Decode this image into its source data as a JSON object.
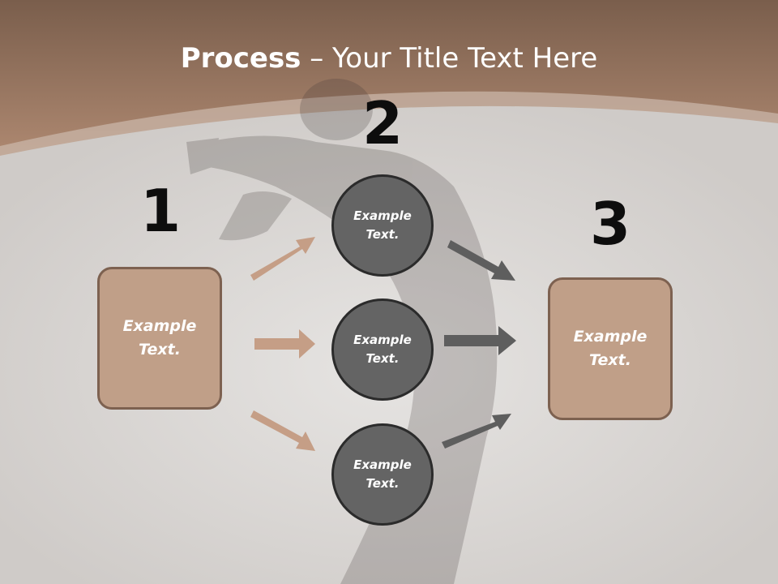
{
  "title": {
    "bold": "Process",
    "rest": " – Your Title Text Here"
  },
  "steps": {
    "n1": "1",
    "n2": "2",
    "n3": "3"
  },
  "box_left": {
    "text": "Example Text."
  },
  "box_right": {
    "text": "Example Text."
  },
  "circles": [
    {
      "text": "Example Text."
    },
    {
      "text": "Example Text."
    },
    {
      "text": "Example Text."
    }
  ],
  "colors": {
    "header_brown": "#a98068",
    "box_fill": "#c09f88",
    "box_border": "#7d6150",
    "circle_fill": "#646464",
    "arrow_tan": "#c59e86",
    "arrow_gray": "#5e5e5e"
  }
}
